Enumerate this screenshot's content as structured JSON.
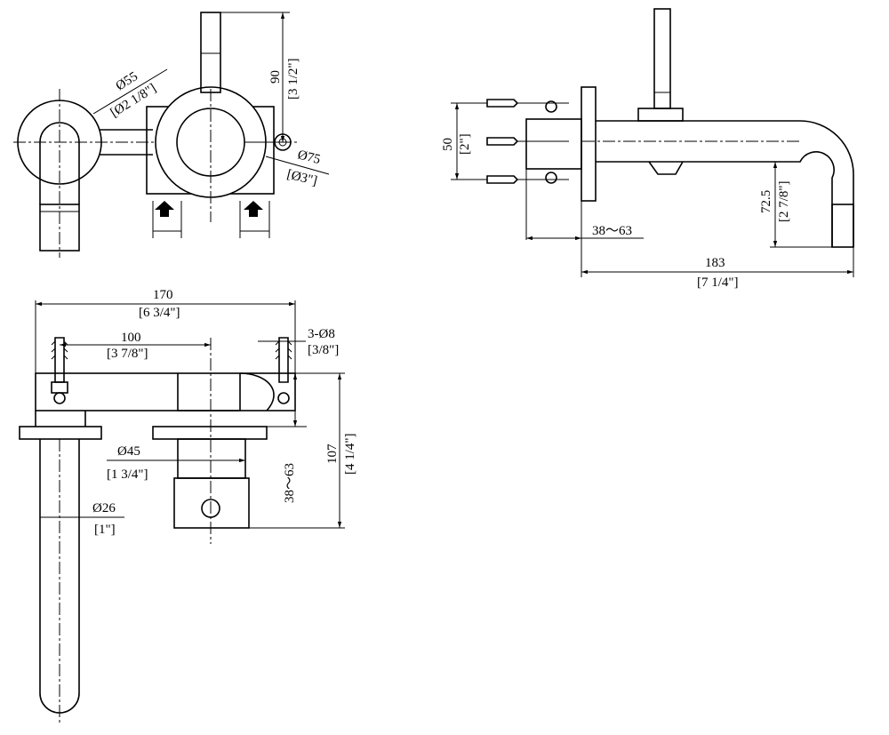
{
  "front_view": {
    "spout_diameter": "Ø55",
    "spout_diameter_in": "[Ø2 1/8\"]",
    "handle_height": "90",
    "handle_height_in": "[3 1/2\"]",
    "body_diameter": "Ø75",
    "body_diameter_in": "[Ø3\"]"
  },
  "side_view": {
    "mount_height": "50",
    "mount_height_in": "[2\"]",
    "wall_depth": "38～63",
    "spout_drop": "72.5",
    "spout_drop_in": "[2 7/8\"]",
    "projection": "183",
    "projection_in": "[7 1/4\"]"
  },
  "top_view": {
    "overall_width": "170",
    "overall_width_in": "[6 3/4\"]",
    "centers": "100",
    "centers_in": "[3 7/8\"]",
    "holes": "3-Ø8",
    "holes_in": "[3/8\"]",
    "escutcheon_diameter": "Ø45",
    "escutcheon_diameter_in": "[1 3/4\"]",
    "rough_depth": "38～63",
    "body_depth": "107",
    "body_depth_in": "[4 1/4\"]",
    "spout_pipe_diameter": "Ø26",
    "spout_pipe_diameter_in": "[1\"]"
  }
}
